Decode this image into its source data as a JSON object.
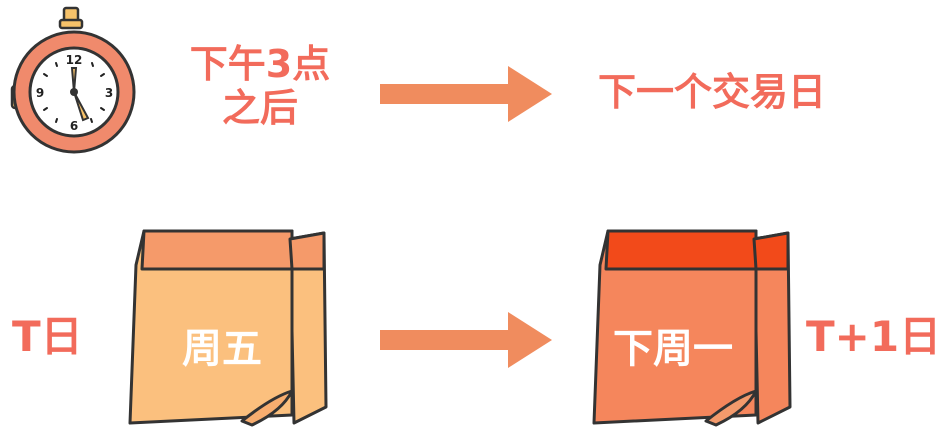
{
  "top_row": {
    "condition_line1": "下午3点",
    "condition_line2": "之后",
    "result": "下一个交易日"
  },
  "bottom_row": {
    "left_label": "T日",
    "left_calendar": "周五",
    "right_calendar": "下周一",
    "right_label": "T+1日"
  },
  "colors": {
    "text": "#f26b5b",
    "arrow": "#f08c5e",
    "calendar_left_body": "#fbc07e",
    "calendar_left_top": "#f59a6a",
    "calendar_right_body": "#f5865c",
    "calendar_right_top": "#f24a1a",
    "clock_ring": "#f08a6c",
    "clock_face": "#ffffff"
  }
}
